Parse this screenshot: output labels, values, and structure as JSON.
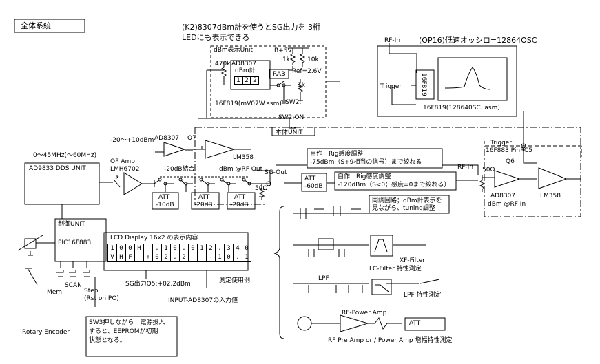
{
  "title": "全体系統",
  "k2_note": [
    "(K2)8307dBm計を使うとSG出力を 3桁",
    "LEDにも表示できる"
  ],
  "dbm_unit": {
    "title": "dBm表示Unit",
    "b5v": "B+5V",
    "r470k": "470k",
    "r1k_a": "1k",
    "r10k": "10k",
    "ic": "AD8307",
    "ic_sub": "dBm計",
    "digits": [
      "1",
      "2",
      "2"
    ],
    "ra3": "RA3",
    "ref": "Ref=2.6V",
    "r1k_b": "1k",
    "mcu": "16F819(mV07W.asm)",
    "sw2": "SW2:",
    "sw2_on": "SW2;ON"
  },
  "osc": {
    "rf_in": "RF-In",
    "title": "(OP16)低速オッシロ=12864OSC",
    "chip": "16F819",
    "trigger": "Trigger",
    "screen_caption": "16F819(128640SC. asm)",
    "trigger2": "Trigger",
    "trigger2_pin": "16F883 PinRC5"
  },
  "main": {
    "honntai": "本体UNIT",
    "freq": "0～45MHz(～60MHz)",
    "dds": "AD9833 DDS UNIT",
    "op_amp": [
      "OP Amp",
      "LMH6702"
    ],
    "gain": "-20～+10dBm",
    "ad8307": "AD8307",
    "q7": "Q7",
    "lm358": "LM358",
    "coupling": "-20dB結合",
    "dbm_rf_out": "dBm @RF Out",
    "sg_out": "SG-Out",
    "ohm50": "50Ω",
    "att": [
      [
        "ATT",
        "-10dB"
      ],
      [
        "ATT",
        "-20dB"
      ],
      [
        "ATT",
        "-20dB"
      ]
    ],
    "ctrl": "制御UNIT",
    "pic": "PIC16F883",
    "mem": "Mem",
    "scan": "SCAN",
    "step": [
      "Step",
      "(Rst on PO)"
    ],
    "rotary": "Rotary Encoder",
    "sw3_note": [
      "SW3押しながら　電源投入",
      "すると、EEPROMが初期",
      "状態となる。"
    ]
  },
  "lcd": {
    "title": "LCD Display 16x2 の表示内容",
    "row1": [
      "1",
      "0",
      "0",
      "H",
      "",
      ".",
      "1",
      "0",
      ".",
      "0",
      "1",
      "2",
      ".",
      "3",
      "4",
      "0"
    ],
    "row2": [
      "V",
      "H",
      "F",
      "",
      "+",
      "0",
      "2",
      ".",
      "2",
      "",
      "",
      "-",
      "1",
      "0",
      ".",
      "1"
    ],
    "sg_label": "SG出力Q5;+02.2dBm",
    "input_label": "INPUT-AD8307の入力値",
    "example": "測定使用例"
  },
  "meas": {
    "m1": [
      "自作　Rig感度調整",
      "-75dBm（S+9相当の信号）まで絞れる"
    ],
    "att60": [
      "ATT",
      "-60dB"
    ],
    "m2": [
      "自作　Rig感度調整",
      "-120dBm（S<0；感度=0まで絞れる）"
    ],
    "rf_in": "RF-In",
    "ohm50": "50Ω",
    "q6": "Q6",
    "ad8307": "AD8307",
    "dbm_rf_in": "dBm @RF In",
    "lm358": "LM358",
    "m3": [
      "同調回路；dBm計表示を",
      "見ながら、tuning調整"
    ],
    "xf": [
      "XF-Filter",
      "LC-Filter  特性測定"
    ],
    "lpf": "LPF",
    "lpf_meas": "LPF  特性測定",
    "rf_power": "RF-Power Amp",
    "att": "ATT",
    "amp_meas": "RF Pre Amp or / Power Amp  増幅特性測定"
  }
}
